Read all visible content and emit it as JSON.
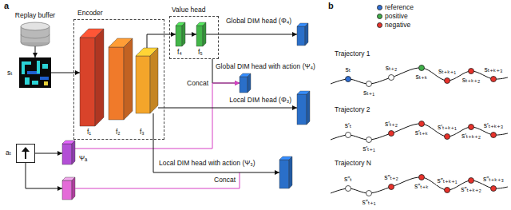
{
  "diagram": {
    "nodes": [
      {
        "text": [
          "Replay buffer"
        ]
      },
      {
        "text": [
          "sₜ"
        ]
      },
      {
        "text": [
          "Encoder"
        ]
      },
      {
        "text": [
          "f₁"
        ],
        "in": 2
      },
      {
        "text": [
          "f₂"
        ],
        "in": 2
      },
      {
        "text": [
          "f₃"
        ],
        "in": 2
      },
      {
        "text": [
          "Value head"
        ]
      },
      {
        "text": [
          "f₄"
        ],
        "in": 6
      },
      {
        "text": [
          "f₅"
        ],
        "in": 6
      },
      {
        "text": [
          "Global DIM head (Φ₄)"
        ]
      },
      {
        "text": [
          "Global DIM head with action (Ψ₄)"
        ]
      },
      {
        "text": [
          "Local DIM head (Φ₃)"
        ]
      },
      {
        "text": [
          "Local DIM head with action (Ψ₃)"
        ]
      },
      {
        "text": [
          "aₜ"
        ]
      },
      {
        "text": [
          "Ψₐ"
        ]
      }
    ],
    "edges": [
      {
        "from": 0,
        "to": 1,
        "arrow": "to"
      },
      {
        "from": 1,
        "to": 3,
        "arrow": "to"
      },
      {
        "from": 5,
        "to": 7,
        "arrow": "to"
      },
      {
        "from": 7,
        "to": 8,
        "arrow": "to"
      },
      {
        "from": 8,
        "to": 9,
        "arrow": "to"
      },
      {
        "from": 6,
        "to": 10,
        "arrow": "to"
      },
      {
        "from": 14,
        "to": 10,
        "arrow": "to"
      },
      {
        "from": 5,
        "to": 11,
        "arrow": "to"
      },
      {
        "from": 5,
        "to": 12,
        "arrow": "to"
      },
      {
        "from": 13,
        "to": 14,
        "arrow": "to"
      }
    ],
    "labels": [
      "a",
      "b",
      "Concat",
      "Concat",
      "Trajectory 1",
      "sₜ",
      "sₜ₊₁",
      "sₜ₊₂",
      "sₜ₊ₖ",
      "sₜ₊ₖ₊₁",
      "sₜ₊ₖ₊₂",
      "sₜ₊ₖ₊₃",
      "Trajectory 2",
      "s′ₜ",
      "s′ₜ₊₁",
      "s′ₜ₊₂",
      "s′ₜ₊ₖ",
      "s′ₜ₊ₖ₊₁",
      "s′ₜ₊ₖ₊₂",
      "s′ₜ₊ₖ₊₃",
      "Trajectory N",
      "s″ₜ",
      "s″ₜ₊₁",
      "s″ₜ₊₂",
      "s″ₜ₊ₖ",
      "s″ₜ₊ₖ₊₁",
      "s″ₜ₊ₖ₊₂",
      "s″ₜ₊ₖ₊₃"
    ],
    "legend": [
      {
        "text": "reference",
        "color": "#2f6fd6"
      },
      {
        "text": "positive",
        "color": "#3fae49"
      },
      {
        "text": "negative",
        "color": "#e8322b"
      }
    ]
  }
}
